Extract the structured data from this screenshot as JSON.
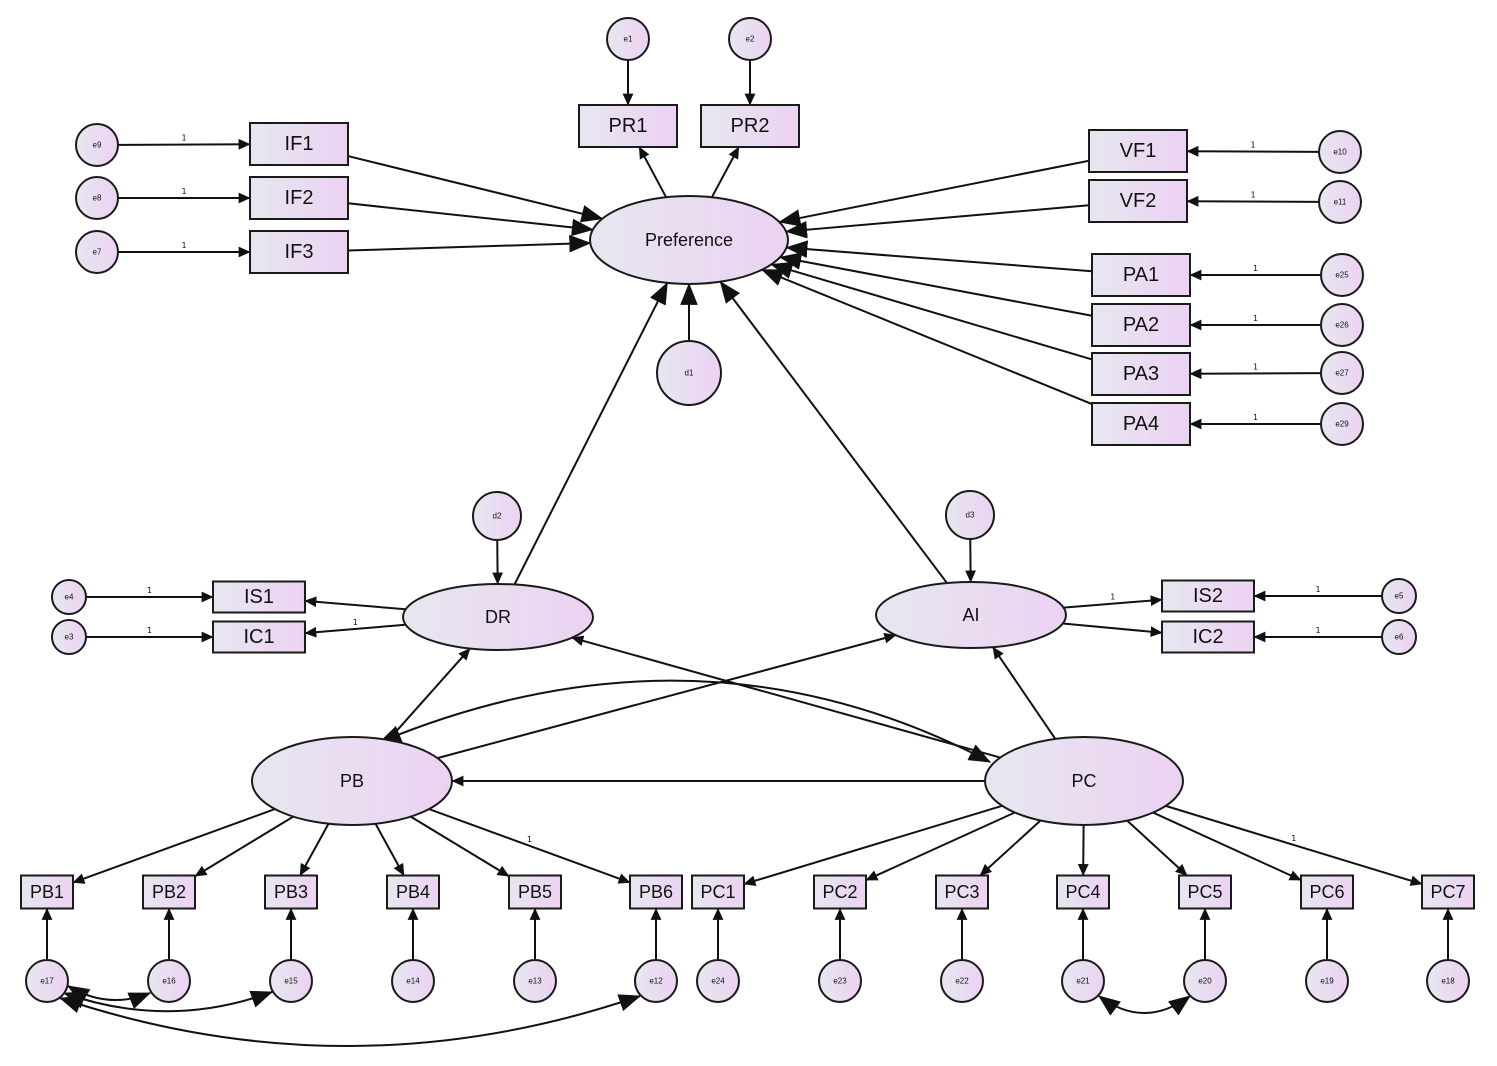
{
  "colors": {
    "fill_start": "#e7e7f0",
    "fill_end": "#ecd2f2",
    "stroke": "#1a1a1a"
  },
  "latents": [
    {
      "id": "Preference",
      "label": "Preference"
    },
    {
      "id": "DR",
      "label": "DR"
    },
    {
      "id": "AI",
      "label": "AI"
    },
    {
      "id": "PB",
      "label": "PB"
    },
    {
      "id": "PC",
      "label": "PC"
    }
  ],
  "observed": [
    {
      "id": "PR1",
      "label": "PR1"
    },
    {
      "id": "PR2",
      "label": "PR2"
    },
    {
      "id": "IF1",
      "label": "IF1"
    },
    {
      "id": "IF2",
      "label": "IF2"
    },
    {
      "id": "IF3",
      "label": "IF3"
    },
    {
      "id": "VF1",
      "label": "VF1"
    },
    {
      "id": "VF2",
      "label": "VF2"
    },
    {
      "id": "PA1",
      "label": "PA1"
    },
    {
      "id": "PA2",
      "label": "PA2"
    },
    {
      "id": "PA3",
      "label": "PA3"
    },
    {
      "id": "PA4",
      "label": "PA4"
    },
    {
      "id": "IS1",
      "label": "IS1"
    },
    {
      "id": "IC1",
      "label": "IC1"
    },
    {
      "id": "IS2",
      "label": "IS2"
    },
    {
      "id": "IC2",
      "label": "IC2"
    },
    {
      "id": "PB1",
      "label": "PB1"
    },
    {
      "id": "PB2",
      "label": "PB2"
    },
    {
      "id": "PB3",
      "label": "PB3"
    },
    {
      "id": "PB4",
      "label": "PB4"
    },
    {
      "id": "PB5",
      "label": "PB5"
    },
    {
      "id": "PB6",
      "label": "PB6"
    },
    {
      "id": "PC1",
      "label": "PC1"
    },
    {
      "id": "PC2",
      "label": "PC2"
    },
    {
      "id": "PC3",
      "label": "PC3"
    },
    {
      "id": "PC4",
      "label": "PC4"
    },
    {
      "id": "PC5",
      "label": "PC5"
    },
    {
      "id": "PC6",
      "label": "PC6"
    },
    {
      "id": "PC7",
      "label": "PC7"
    }
  ],
  "errors": [
    {
      "id": "e1",
      "label": "e1"
    },
    {
      "id": "e2",
      "label": "e2"
    },
    {
      "id": "e9",
      "label": "e9"
    },
    {
      "id": "e8",
      "label": "e8"
    },
    {
      "id": "e7",
      "label": "e7"
    },
    {
      "id": "e10",
      "label": "e10"
    },
    {
      "id": "e11",
      "label": "e11"
    },
    {
      "id": "e25",
      "label": "e25"
    },
    {
      "id": "e26",
      "label": "e26"
    },
    {
      "id": "e27",
      "label": "e27"
    },
    {
      "id": "e29",
      "label": "e29"
    },
    {
      "id": "d1",
      "label": "d1"
    },
    {
      "id": "d2",
      "label": "d2"
    },
    {
      "id": "d3",
      "label": "d3"
    },
    {
      "id": "e4",
      "label": "e4"
    },
    {
      "id": "e3",
      "label": "e3"
    },
    {
      "id": "e5",
      "label": "e5"
    },
    {
      "id": "e6",
      "label": "e6"
    },
    {
      "id": "e17",
      "label": "e17"
    },
    {
      "id": "e16",
      "label": "e16"
    },
    {
      "id": "e15",
      "label": "e15"
    },
    {
      "id": "e14",
      "label": "e14"
    },
    {
      "id": "e13",
      "label": "e13"
    },
    {
      "id": "e12",
      "label": "e12"
    },
    {
      "id": "e24",
      "label": "e24"
    },
    {
      "id": "e23",
      "label": "e23"
    },
    {
      "id": "e22",
      "label": "e22"
    },
    {
      "id": "e21",
      "label": "e21"
    },
    {
      "id": "e20",
      "label": "e20"
    },
    {
      "id": "e19",
      "label": "e19"
    },
    {
      "id": "e18",
      "label": "e18"
    }
  ],
  "paths": [
    {
      "from": "e1",
      "to": "PR1"
    },
    {
      "from": "e2",
      "to": "PR2"
    },
    {
      "from": "Preference",
      "to": "PR1"
    },
    {
      "from": "Preference",
      "to": "PR2"
    },
    {
      "from": "e9",
      "to": "IF1",
      "label": "1"
    },
    {
      "from": "e8",
      "to": "IF2",
      "label": "1"
    },
    {
      "from": "e7",
      "to": "IF3",
      "label": "1"
    },
    {
      "from": "IF1",
      "to": "Preference"
    },
    {
      "from": "IF2",
      "to": "Preference"
    },
    {
      "from": "IF3",
      "to": "Preference"
    },
    {
      "from": "e10",
      "to": "VF1",
      "label": "1"
    },
    {
      "from": "e11",
      "to": "VF2",
      "label": "1"
    },
    {
      "from": "VF1",
      "to": "Preference"
    },
    {
      "from": "VF2",
      "to": "Preference"
    },
    {
      "from": "e25",
      "to": "PA1",
      "label": "1"
    },
    {
      "from": "e26",
      "to": "PA2",
      "label": "1"
    },
    {
      "from": "e27",
      "to": "PA3",
      "label": "1"
    },
    {
      "from": "e29",
      "to": "PA4",
      "label": "1"
    },
    {
      "from": "PA1",
      "to": "Preference"
    },
    {
      "from": "PA2",
      "to": "Preference"
    },
    {
      "from": "PA3",
      "to": "Preference"
    },
    {
      "from": "PA4",
      "to": "Preference"
    },
    {
      "from": "d1",
      "to": "Preference"
    },
    {
      "from": "DR",
      "to": "Preference"
    },
    {
      "from": "AI",
      "to": "Preference"
    },
    {
      "from": "d2",
      "to": "DR"
    },
    {
      "from": "d3",
      "to": "AI"
    },
    {
      "from": "DR",
      "to": "IS1"
    },
    {
      "from": "DR",
      "to": "IC1",
      "label": "1"
    },
    {
      "from": "e4",
      "to": "IS1",
      "label": "1"
    },
    {
      "from": "e3",
      "to": "IC1",
      "label": "1"
    },
    {
      "from": "AI",
      "to": "IS2",
      "label": "1"
    },
    {
      "from": "AI",
      "to": "IC2"
    },
    {
      "from": "e5",
      "to": "IS2",
      "label": "1"
    },
    {
      "from": "e6",
      "to": "IC2",
      "label": "1"
    },
    {
      "from": "PB",
      "to": "DR"
    },
    {
      "from": "PB",
      "to": "AI"
    },
    {
      "from": "PC",
      "to": "DR"
    },
    {
      "from": "PC",
      "to": "AI"
    },
    {
      "from": "PC",
      "to": "PB"
    },
    {
      "from": "PB",
      "to": "PB1"
    },
    {
      "from": "PB",
      "to": "PB2"
    },
    {
      "from": "PB",
      "to": "PB3"
    },
    {
      "from": "PB",
      "to": "PB4"
    },
    {
      "from": "PB",
      "to": "PB5"
    },
    {
      "from": "PB",
      "to": "PB6",
      "label": "1"
    },
    {
      "from": "PC",
      "to": "PC1"
    },
    {
      "from": "PC",
      "to": "PC2"
    },
    {
      "from": "PC",
      "to": "PC3"
    },
    {
      "from": "PC",
      "to": "PC4"
    },
    {
      "from": "PC",
      "to": "PC5"
    },
    {
      "from": "PC",
      "to": "PC6"
    },
    {
      "from": "PC",
      "to": "PC7",
      "label": "1"
    },
    {
      "from": "e17",
      "to": "PB1"
    },
    {
      "from": "e16",
      "to": "PB2"
    },
    {
      "from": "e15",
      "to": "PB3"
    },
    {
      "from": "e14",
      "to": "PB4"
    },
    {
      "from": "e13",
      "to": "PB5"
    },
    {
      "from": "e12",
      "to": "PB6"
    },
    {
      "from": "e24",
      "to": "PC1"
    },
    {
      "from": "e23",
      "to": "PC2"
    },
    {
      "from": "e22",
      "to": "PC3"
    },
    {
      "from": "e21",
      "to": "PC4"
    },
    {
      "from": "e20",
      "to": "PC5"
    },
    {
      "from": "e19",
      "to": "PC6"
    },
    {
      "from": "e18",
      "to": "PC7"
    }
  ],
  "covariances": [
    {
      "a": "PB",
      "b": "PC"
    },
    {
      "a": "e17",
      "b": "e16"
    },
    {
      "a": "e17",
      "b": "e15"
    },
    {
      "a": "e17",
      "b": "e12"
    },
    {
      "a": "e21",
      "b": "e20"
    }
  ]
}
